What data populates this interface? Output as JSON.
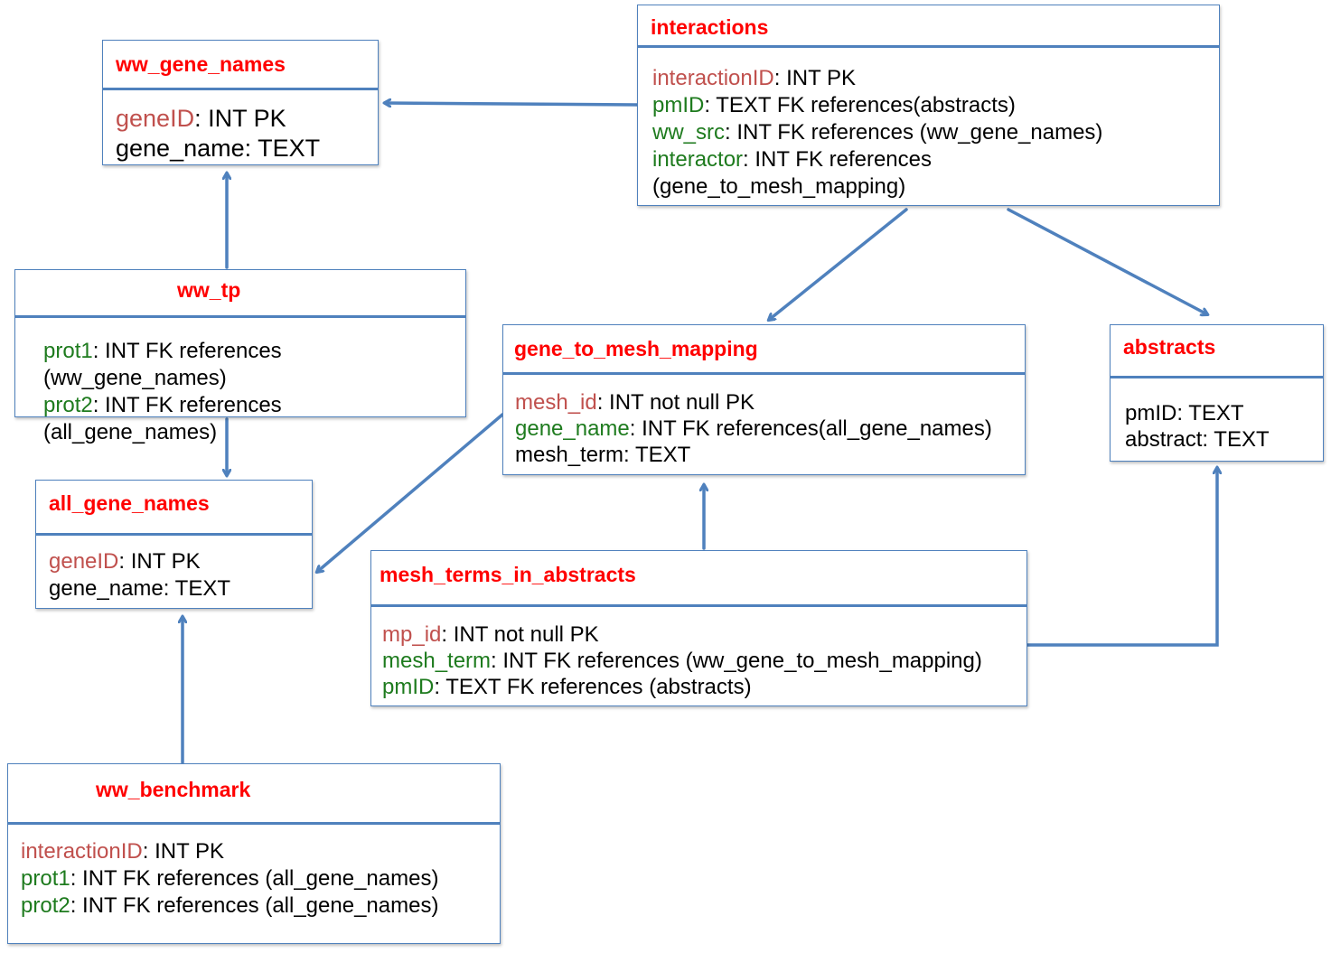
{
  "entities": {
    "ww_gene_names": {
      "title": "ww_gene_names",
      "fields": [
        {
          "name": "geneID",
          "rest": ": INT PK"
        },
        {
          "name": "gene_name",
          "rest": ": TEXT"
        }
      ]
    },
    "interactions": {
      "title": "interactions",
      "fields": [
        {
          "name": "interactionID",
          "rest": ": INT PK"
        },
        {
          "name": "pmID",
          "rest": ": TEXT FK references(abstracts)"
        },
        {
          "name": "ww_src",
          "rest": ": INT FK references (ww_gene_names)"
        },
        {
          "name": "interactor",
          "rest": ": INT FK references"
        },
        {
          "name": "",
          "rest": "(gene_to_mesh_mapping)"
        }
      ]
    },
    "ww_tp": {
      "title": "ww_tp",
      "fields": [
        {
          "name": "prot1",
          "rest": ": INT FK references"
        },
        {
          "name": "",
          "rest": "(ww_gene_names)"
        },
        {
          "name": "prot2",
          "rest": ": INT FK references"
        },
        {
          "name": "",
          "rest": "(all_gene_names)"
        }
      ]
    },
    "gene_to_mesh_mapping": {
      "title": "gene_to_mesh_mapping",
      "fields": [
        {
          "name": "mesh_id",
          "rest": ": INT not null PK"
        },
        {
          "name": "gene_name",
          "rest": ": INT FK references(all_gene_names)"
        },
        {
          "name": "mesh_term",
          "rest": ": TEXT"
        }
      ]
    },
    "abstracts": {
      "title": "abstracts",
      "fields": [
        {
          "name": "pmID",
          "rest": ": TEXT"
        },
        {
          "name": "abstract",
          "rest": ": TEXT"
        }
      ]
    },
    "all_gene_names": {
      "title": "all_gene_names",
      "fields": [
        {
          "name": "geneID",
          "rest": ": INT PK"
        },
        {
          "name": "gene_name",
          "rest": ": TEXT"
        }
      ]
    },
    "mesh_terms_in_abstracts": {
      "title": "mesh_terms_in_abstracts",
      "fields": [
        {
          "name": "mp_id",
          "rest": ": INT not null PK"
        },
        {
          "name": "mesh_term",
          "rest": ": INT FK references (ww_gene_to_mesh_mapping)"
        },
        {
          "name": "pmID",
          "rest": ": TEXT FK references (abstracts)"
        }
      ]
    },
    "ww_benchmark": {
      "title": "ww_benchmark",
      "fields": [
        {
          "name": "interactionID",
          "rest": ": INT PK"
        },
        {
          "name": "prot1",
          "rest": ": INT FK references (all_gene_names)"
        },
        {
          "name": "prot2",
          "rest": ": INT FK references (all_gene_names)"
        }
      ]
    }
  },
  "colors": {
    "title": "#ff0000",
    "border": "#4f81bd",
    "primary_key": "#c0504d",
    "foreign_key": "#1e7b1e",
    "text": "#000000"
  }
}
